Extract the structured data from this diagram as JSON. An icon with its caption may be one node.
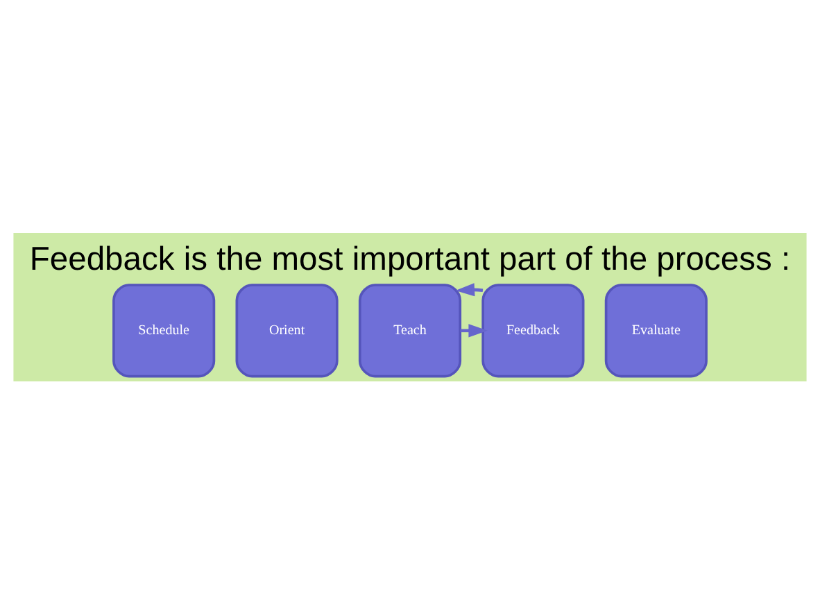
{
  "diagram": {
    "title": "Feedback is the most important part of the process :",
    "nodes": [
      {
        "text": [
          "Schedule"
        ]
      },
      {
        "text": [
          "Orient"
        ]
      },
      {
        "text": [
          "Teach"
        ]
      },
      {
        "text": [
          "Feedback"
        ]
      },
      {
        "text": [
          "Evaluate"
        ]
      }
    ],
    "edges": [
      {
        "from": 2,
        "to": 3,
        "arrow": "to"
      },
      {
        "from": 3,
        "to": 2,
        "arrow": "to"
      }
    ]
  }
}
